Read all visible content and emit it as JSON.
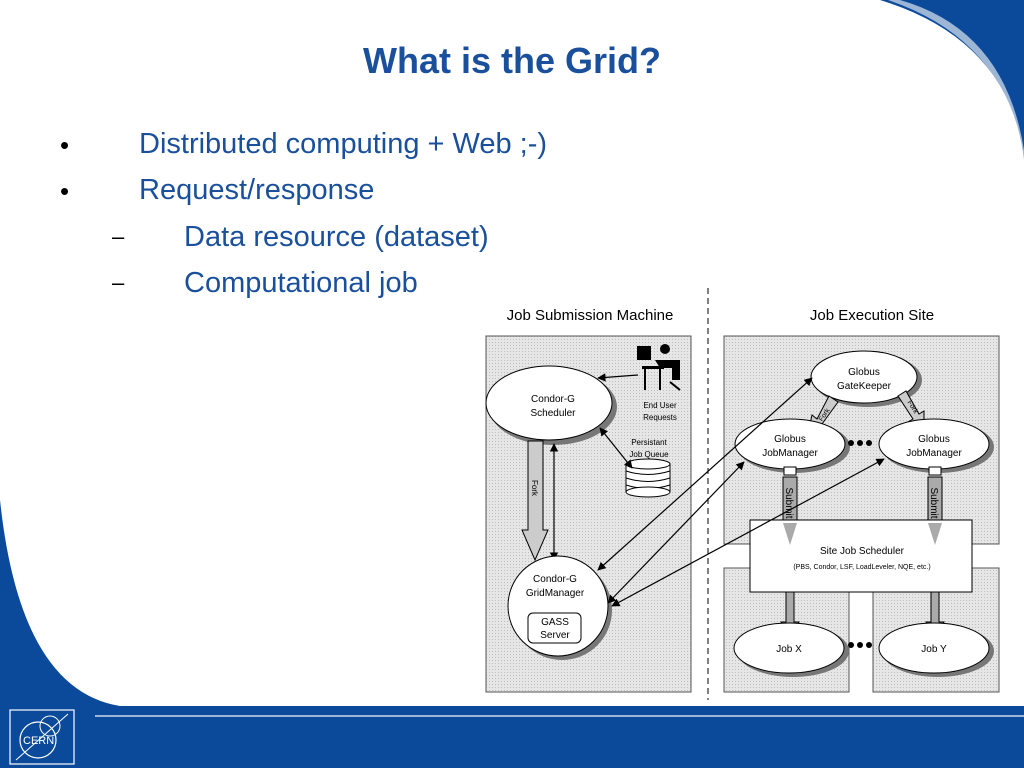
{
  "slide": {
    "title": "What is the Grid?",
    "bullets": [
      {
        "text": "Distributed computing + Web ;-)",
        "marker": "•"
      },
      {
        "text": "Request/response",
        "marker": "•"
      }
    ],
    "sub_bullets": [
      {
        "text": "Data resource (dataset)",
        "marker": "–"
      },
      {
        "text": "Computational job",
        "marker": "–"
      }
    ]
  },
  "diagram": {
    "left_panel_title": "Job Submission Machine",
    "right_panel_title": "Job Execution Site",
    "condor_scheduler": [
      "Condor-G",
      "Scheduler"
    ],
    "end_user": [
      "End User",
      "Requests"
    ],
    "persistent_queue": [
      "Persistant",
      "Job Queue"
    ],
    "fork_left": "Fork",
    "grid_manager": [
      "Condor-G",
      "GridManager"
    ],
    "gass_server": [
      "GASS",
      "Server"
    ],
    "gatekeeper": [
      "Globus",
      "GateKeeper"
    ],
    "fork_right_a": "Fork",
    "fork_right_b": "Fork",
    "job_manager_left": [
      "Globus",
      "JobManager"
    ],
    "job_manager_right": [
      "Globus",
      "JobManager"
    ],
    "submit_left": "Submit",
    "submit_right": "Submit",
    "site_scheduler": "Site Job Scheduler",
    "site_scheduler_detail": "(PBS, Condor, LSF, LoadLeveler, NQE, etc.)",
    "job_x": "Job X",
    "job_y": "Job Y"
  },
  "theme": {
    "brand_blue": "#0b4a9a",
    "title_blue": "#1a4f9c",
    "logo": "CERN"
  }
}
